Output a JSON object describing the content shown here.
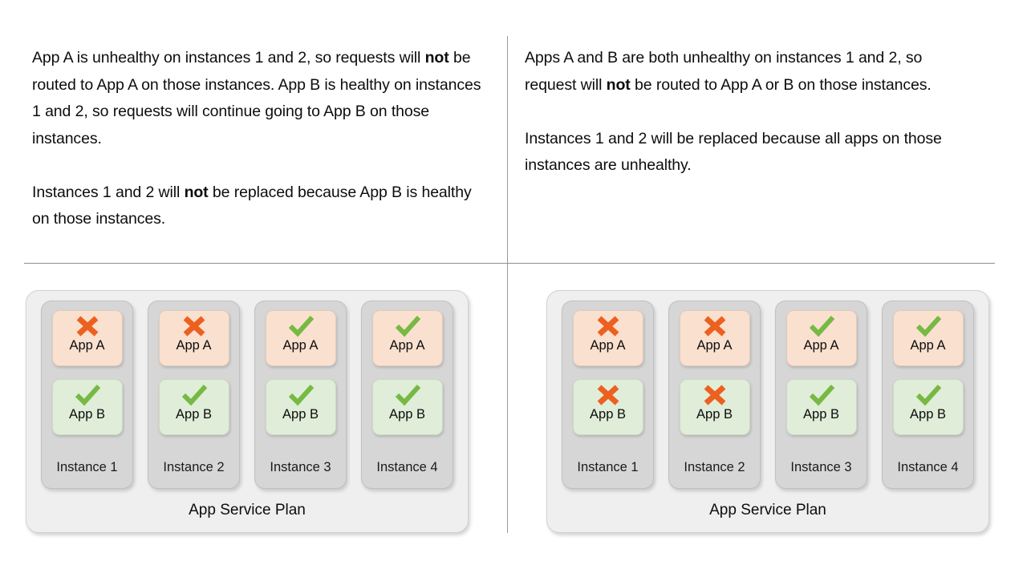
{
  "diagram": {
    "title": "App Service Plan health-check routing and instance replacement",
    "colors": {
      "app_a_bg": "#fae0cf",
      "app_b_bg": "#e0edd8",
      "instance_bg": "#d6d6d6",
      "plan_bg": "#efefef",
      "unhealthy": "#ec6020",
      "healthy": "#76b943",
      "divider": "#8c8c8c"
    }
  },
  "panels": [
    {
      "id": "left",
      "paragraphs": [
        [
          {
            "text": "App A is unhealthy on instances 1 and 2, so requests will ",
            "bold": false
          },
          {
            "text": "not",
            "bold": true
          },
          {
            "text": " be routed to App A on those instances. App B is healthy on instances 1 and 2, so requests will continue going to App B on those instances.",
            "bold": false
          }
        ],
        [
          {
            "text": "Instances 1 and 2 will ",
            "bold": false
          },
          {
            "text": "not",
            "bold": true
          },
          {
            "text": " be replaced because App B is healthy on those instances.",
            "bold": false
          }
        ]
      ],
      "plan": {
        "label": "App Service Plan",
        "instances": [
          {
            "label": "Instance 1",
            "apps": [
              {
                "name": "App A",
                "status": "unhealthy",
                "icon": "cross-icon"
              },
              {
                "name": "App B",
                "status": "healthy",
                "icon": "check-icon"
              }
            ]
          },
          {
            "label": "Instance 2",
            "apps": [
              {
                "name": "App A",
                "status": "unhealthy",
                "icon": "cross-icon"
              },
              {
                "name": "App B",
                "status": "healthy",
                "icon": "check-icon"
              }
            ]
          },
          {
            "label": "Instance 3",
            "apps": [
              {
                "name": "App A",
                "status": "healthy",
                "icon": "check-icon"
              },
              {
                "name": "App B",
                "status": "healthy",
                "icon": "check-icon"
              }
            ]
          },
          {
            "label": "Instance 4",
            "apps": [
              {
                "name": "App A",
                "status": "healthy",
                "icon": "check-icon"
              },
              {
                "name": "App B",
                "status": "healthy",
                "icon": "check-icon"
              }
            ]
          }
        ]
      }
    },
    {
      "id": "right",
      "paragraphs": [
        [
          {
            "text": "Apps A and B are both unhealthy on instances 1 and 2, so request will ",
            "bold": false
          },
          {
            "text": "not",
            "bold": true
          },
          {
            "text": " be routed to App A or B on those instances.",
            "bold": false
          }
        ],
        [
          {
            "text": "Instances 1 and 2 will be replaced because all apps on those instances are unhealthy.",
            "bold": false
          }
        ]
      ],
      "plan": {
        "label": "App Service Plan",
        "instances": [
          {
            "label": "Instance 1",
            "apps": [
              {
                "name": "App A",
                "status": "unhealthy",
                "icon": "cross-icon"
              },
              {
                "name": "App B",
                "status": "unhealthy",
                "icon": "cross-icon"
              }
            ]
          },
          {
            "label": "Instance 2",
            "apps": [
              {
                "name": "App A",
                "status": "unhealthy",
                "icon": "cross-icon"
              },
              {
                "name": "App B",
                "status": "unhealthy",
                "icon": "cross-icon"
              }
            ]
          },
          {
            "label": "Instance 3",
            "apps": [
              {
                "name": "App A",
                "status": "healthy",
                "icon": "check-icon"
              },
              {
                "name": "App B",
                "status": "healthy",
                "icon": "check-icon"
              }
            ]
          },
          {
            "label": "Instance 4",
            "apps": [
              {
                "name": "App A",
                "status": "healthy",
                "icon": "check-icon"
              },
              {
                "name": "App B",
                "status": "healthy",
                "icon": "check-icon"
              }
            ]
          }
        ]
      }
    }
  ]
}
